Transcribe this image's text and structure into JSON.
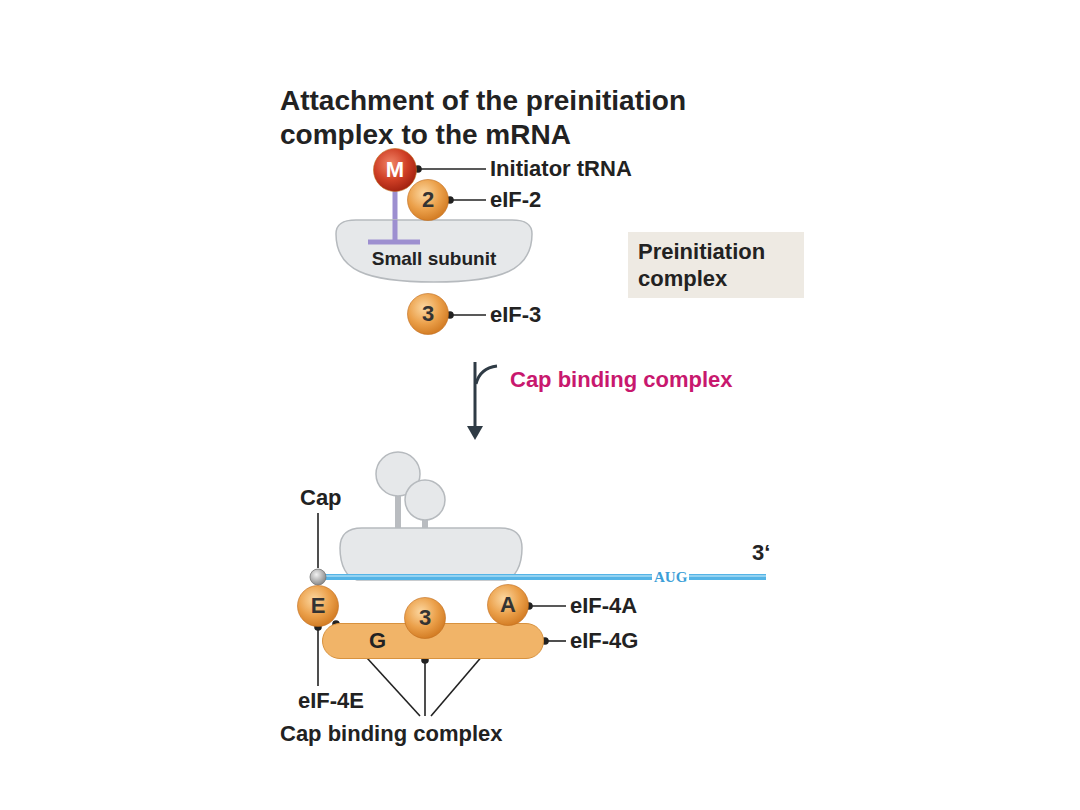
{
  "diagram": {
    "title": "Attachment of the preinitiation complex to the mRNA",
    "nodes": [
      {
        "text": [
          "M"
        ]
      },
      {
        "text": [
          "2"
        ]
      },
      {
        "text": [
          "Small subunit"
        ]
      },
      {
        "text": [
          "3"
        ]
      },
      {
        "text": [
          "Preinitiation complex"
        ]
      },
      {
        "text": [
          "E"
        ]
      },
      {
        "text": [
          "G"
        ]
      },
      {
        "text": [
          "3"
        ]
      },
      {
        "text": [
          "A"
        ]
      }
    ],
    "labels": [
      "Initiator tRNA",
      "eIF-2",
      "eIF-3",
      "Cap binding complex",
      "Cap",
      "AUG",
      "3‘",
      "eIF-4A",
      "eIF-4G",
      "eIF-4E",
      "Cap binding complex"
    ]
  }
}
